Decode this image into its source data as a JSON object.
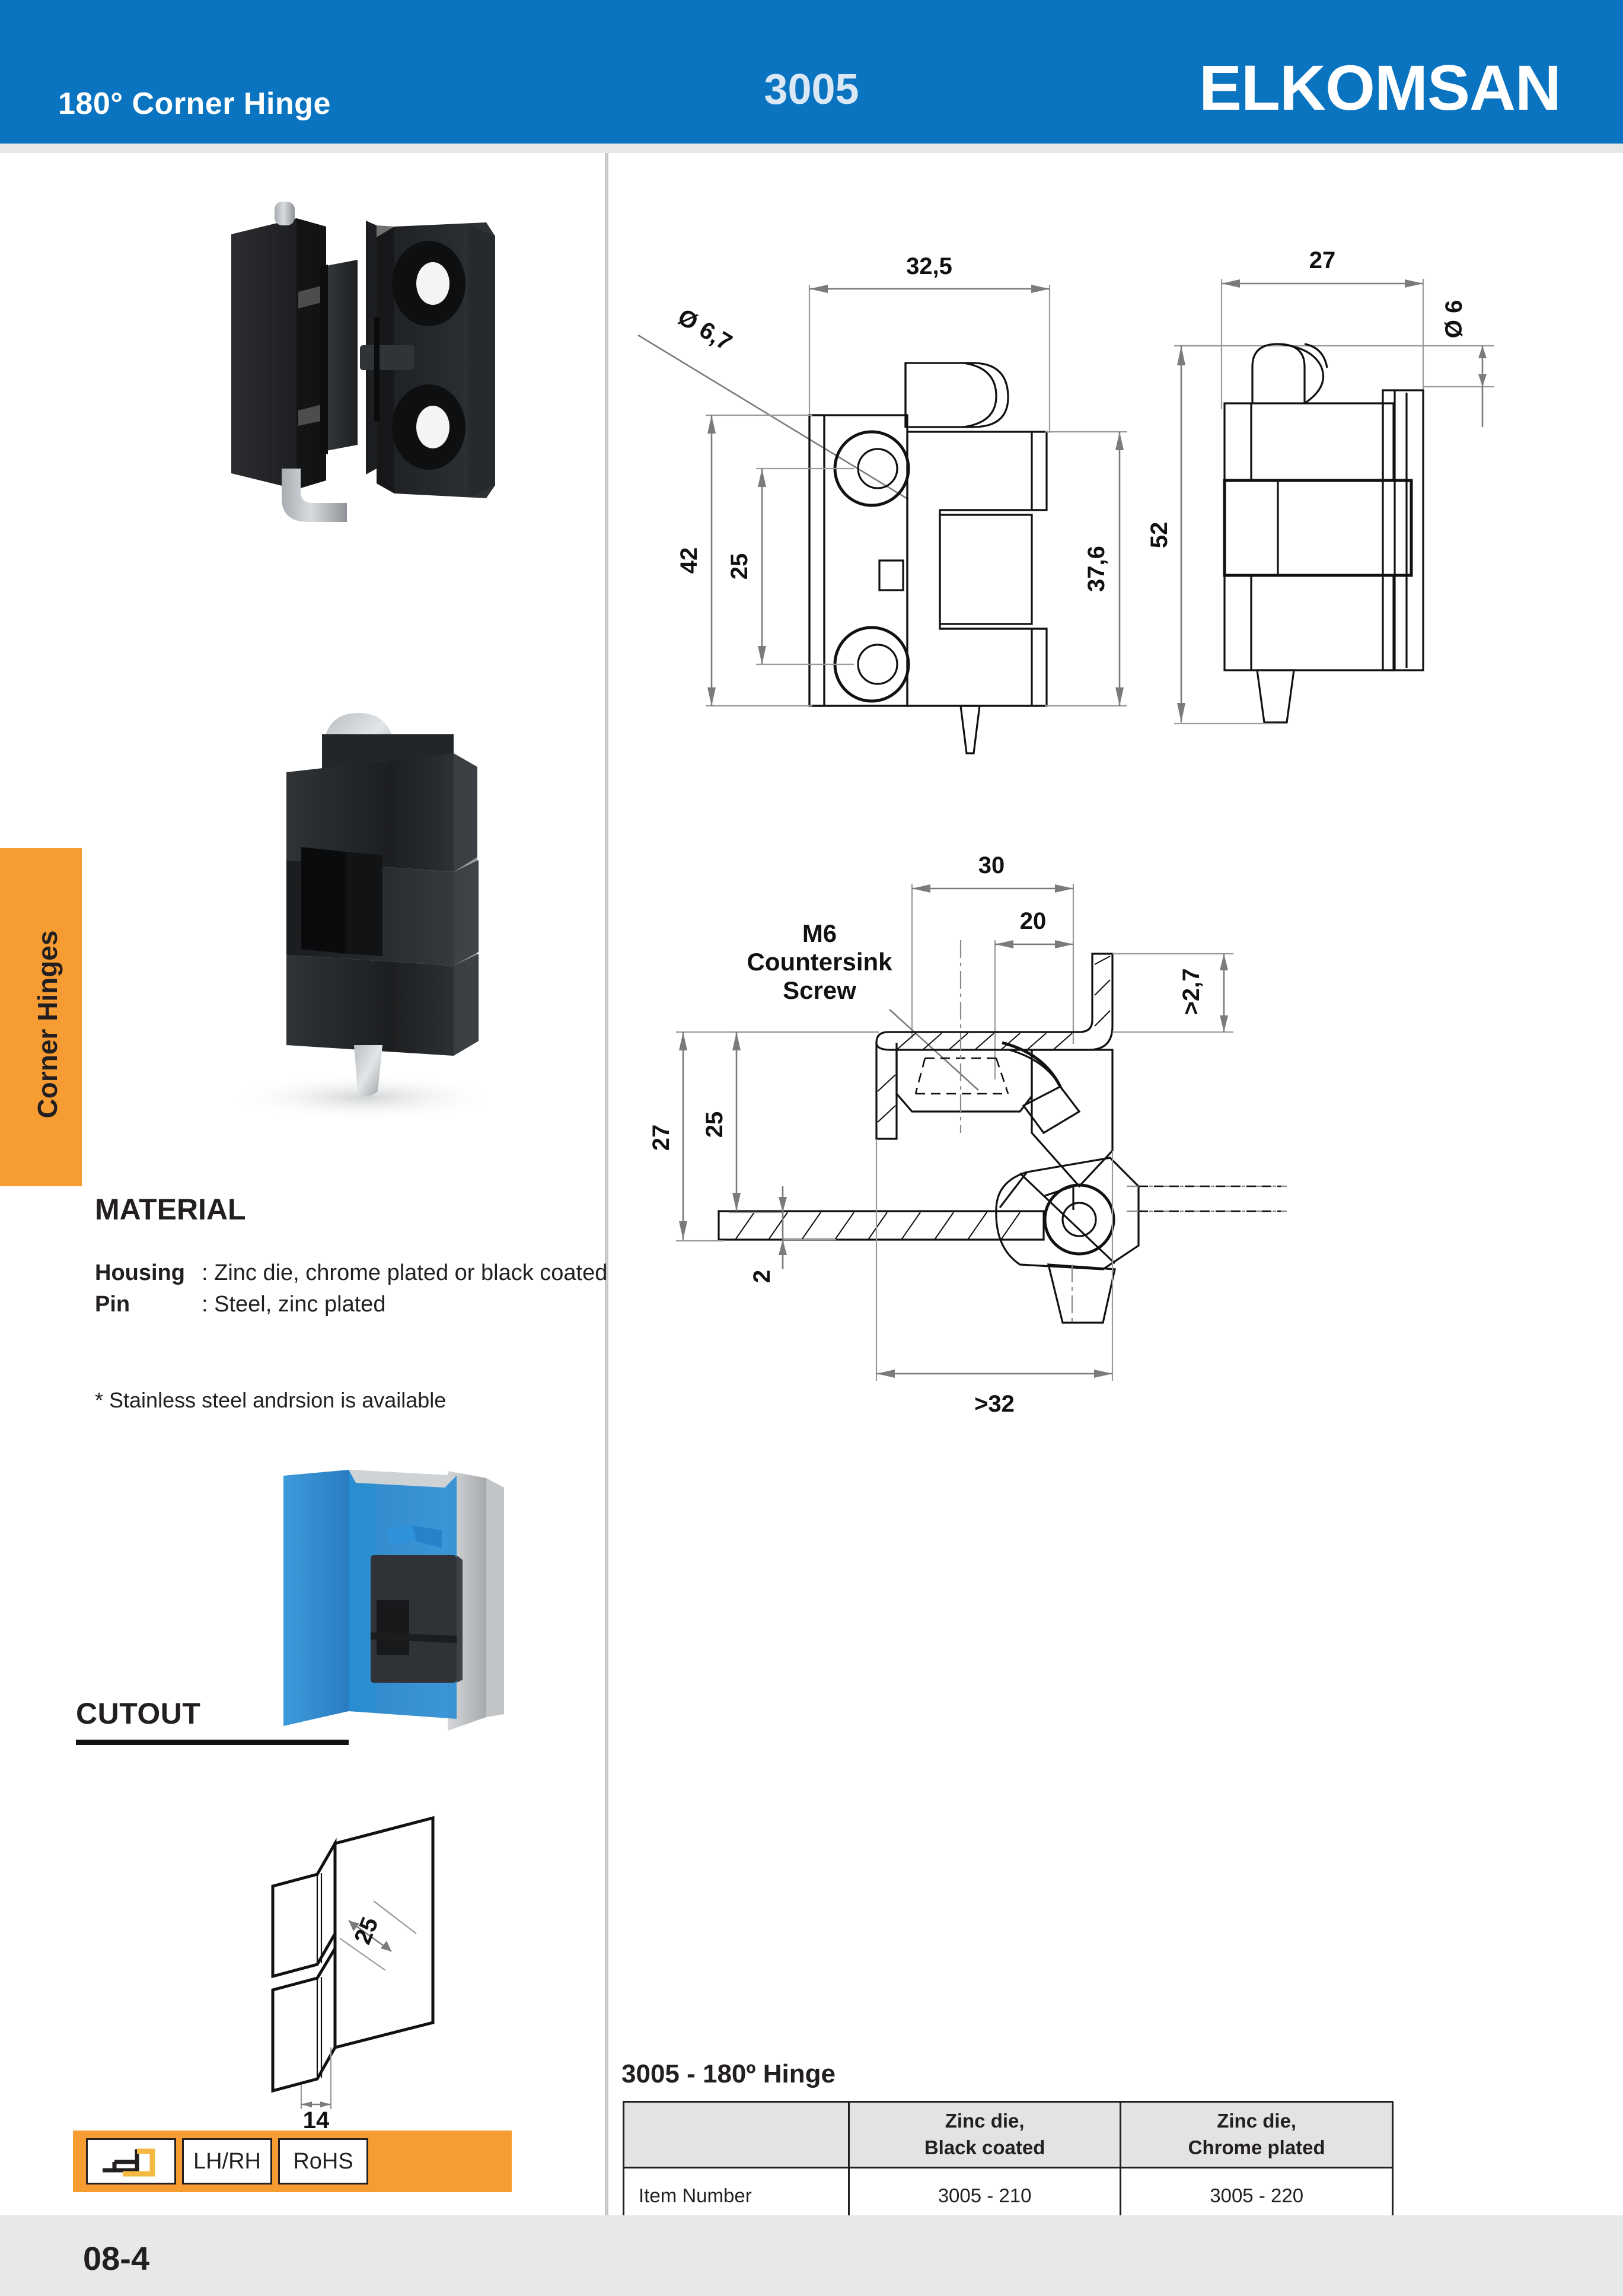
{
  "header": {
    "left_title": "180° Corner Hinge",
    "product_code": "3005",
    "brand": "ELKOMSAN",
    "bg_color": "#0a74c0"
  },
  "side_tab": {
    "label": "Corner Hinges",
    "bg_color": "#f79c33"
  },
  "material": {
    "title": "MATERIAL",
    "rows": [
      {
        "key": "Housing",
        "sep": ":",
        "value": "Zinc die, chrome plated or black coated"
      },
      {
        "key": "Pin",
        "sep": ":",
        "value": "Steel, zinc plated"
      }
    ],
    "note": "* Stainless steel andrsion is available"
  },
  "cutout": {
    "title": "CUTOUT",
    "dim_width": "14",
    "dim_depth": "25"
  },
  "front_view": {
    "width": "32,5",
    "height_total": "42",
    "hole_spacing": "25",
    "height_right": "37,6",
    "hole_dia": "Ø 6,7"
  },
  "side_view": {
    "width": "27",
    "height": "52",
    "pin_dia": "Ø 6"
  },
  "section_view": {
    "annotation": "M6\nCountersink\nScrew",
    "annotation_l1": "M6",
    "annotation_l2": "Countersink",
    "annotation_l3": "Screw",
    "dim_30": "30",
    "dim_20": "20",
    "dim_27": "27",
    "dim_25": "25",
    "dim_2": "2",
    "dim_gt32": ">32",
    "dim_gt27": ">2,7"
  },
  "badges": {
    "icon_name": "corner-hinge-icon",
    "lh_rh": "LH/RH",
    "rohs": "RoHS"
  },
  "table": {
    "title": "3005 - 180º Hinge",
    "headers": [
      "",
      "Zinc die,\nBlack coated",
      "Zinc die,\nChrome plated"
    ],
    "header_c2_l1": "Zinc die,",
    "header_c2_l2": "Black coated",
    "header_c3_l1": "Zinc die,",
    "header_c3_l2": "Chrome plated",
    "rows": [
      {
        "label": "Item Number",
        "black_coated": "3005 - 210",
        "chrome_plated": "3005 - 220"
      }
    ]
  },
  "footer": {
    "page": "08-4"
  }
}
